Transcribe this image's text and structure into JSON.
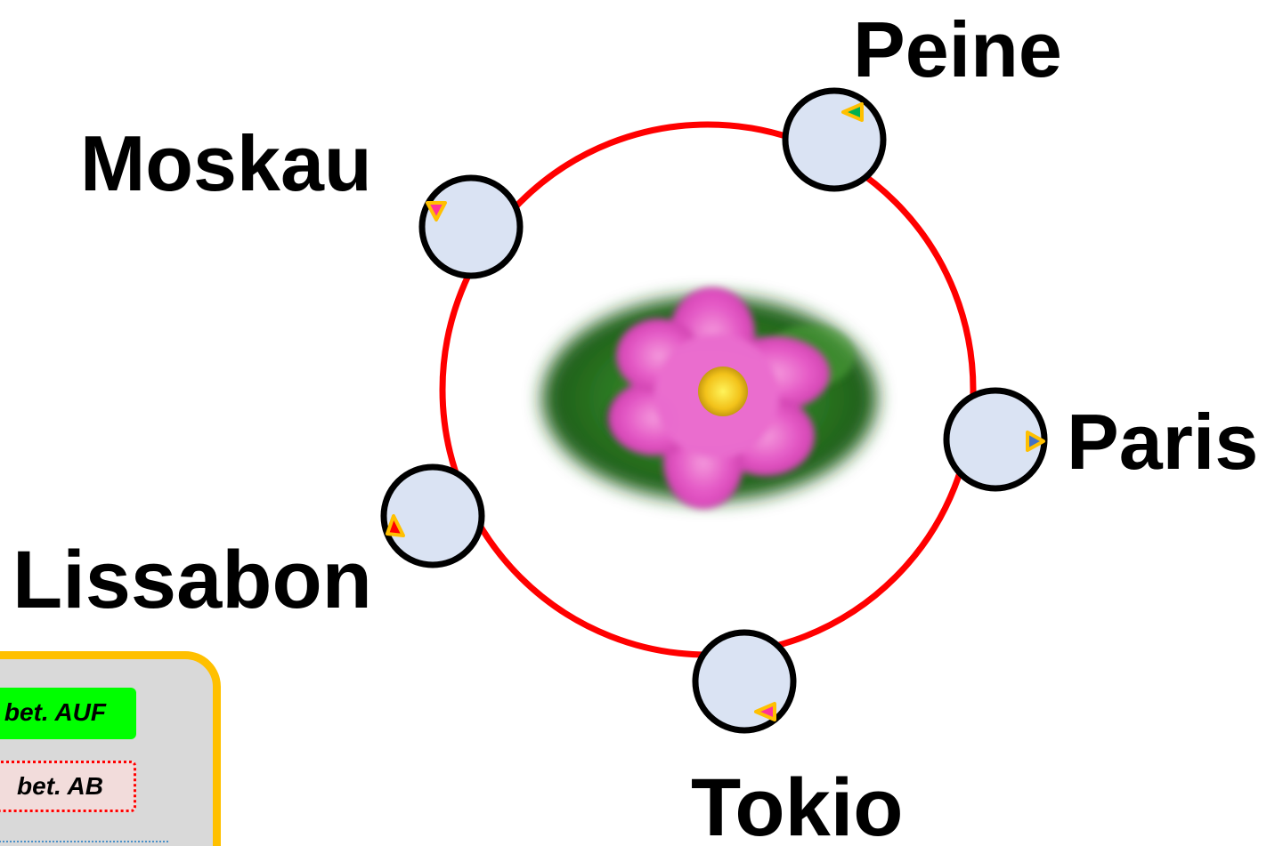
{
  "cities": [
    {
      "id": "peine",
      "name": "Peine",
      "marker": {
        "fill": "#00b050",
        "direction": "left"
      }
    },
    {
      "id": "moskau",
      "name": "Moskau",
      "marker": {
        "fill": "#ff3399",
        "direction": "down"
      }
    },
    {
      "id": "paris",
      "name": "Paris",
      "marker": {
        "fill": "#4472c4",
        "direction": "right"
      }
    },
    {
      "id": "lissabon",
      "name": "Lissabon",
      "marker": {
        "fill": "#ff0000",
        "direction": "up-left"
      }
    },
    {
      "id": "tokio",
      "name": "Tokio",
      "marker": {
        "fill": "#ff3399",
        "direction": "left"
      }
    }
  ],
  "center_image": {
    "subject": "pink flower",
    "icon": "flower-photo"
  },
  "legend": {
    "items": [
      {
        "label": "bet. AUF",
        "style": "green-solid"
      },
      {
        "label": "bet. AB",
        "style": "red-dotted"
      },
      {
        "label": "",
        "style": "blue-dotted"
      }
    ]
  },
  "colors": {
    "ring": "#ff0000",
    "node_fill": "#dae3f3",
    "node_stroke": "#000000",
    "marker_outline": "#ffc000",
    "legend_bg": "#d9d9d9",
    "legend_border": "#ffc000"
  }
}
